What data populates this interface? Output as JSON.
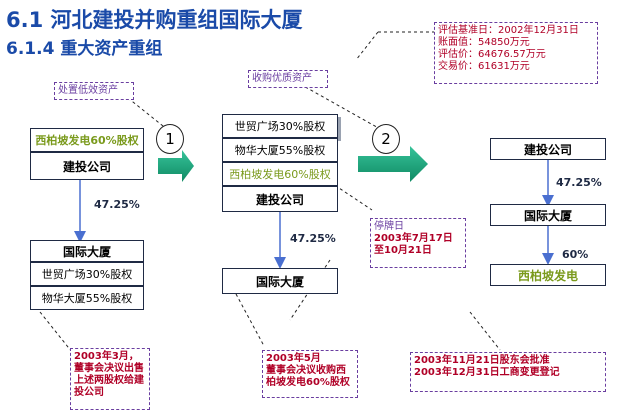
{
  "header": {
    "title": "6.1 河北建投并购重组国际大厦",
    "subtitle": "6.1.4 重大资产重组"
  },
  "steps": [
    "1",
    "2"
  ],
  "stage1": {
    "label": "处置低效资产",
    "boxes": [
      "西柏坡发电60%股权",
      "建投公司"
    ],
    "pct": "47.25%",
    "lower_boxes": [
      "国际大厦",
      "世贸广场30%股权",
      "物华大厦55%股权"
    ],
    "note": [
      "2003年3月，",
      "董事会决议出售上述两股权给建投公司"
    ]
  },
  "stage2": {
    "label": "收购优质资产",
    "boxes": [
      "世贸广场30%股权",
      "物华大厦55%股权",
      "西柏坡发电60%股权",
      "建投公司"
    ],
    "pct": "47.25%",
    "lower_box": "国际大厦",
    "note": [
      "2003年5月",
      "董事会决议收购西柏坡发电60%股权"
    ],
    "suspension": [
      "停牌日",
      "2003年7月17日",
      "至10月21日"
    ]
  },
  "stage3": {
    "boxes": [
      "建投公司",
      "国际大厦",
      "西柏坡发电"
    ],
    "pct1": "47.25%",
    "pct2": "60%",
    "valuation": [
      "评估基准日：2002年12月31日",
      "账面值：54850万元",
      "评估价：64676.57万元",
      "交易价：61631万元"
    ],
    "approval": [
      "2003年11月21日股东会批准",
      "2003年12月31日工商变更登记"
    ]
  },
  "colors": {
    "title": "#1a4aa8",
    "accent_arrow": "#1aa37a",
    "note_border": "#6a3ea0",
    "red_text": "#b00027",
    "green_text": "#7a9a1c"
  }
}
